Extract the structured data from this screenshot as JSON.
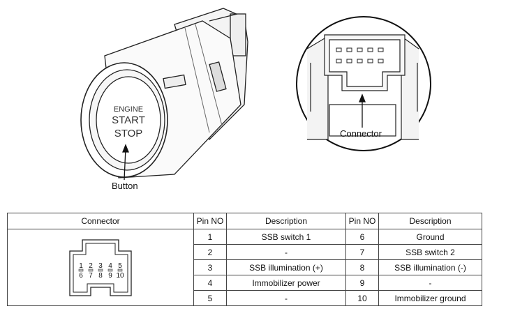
{
  "labels": {
    "button": "Button",
    "connector": "Connector"
  },
  "button_face": {
    "line1": "ENGINE",
    "line2": "START",
    "line3": "STOP"
  },
  "table": {
    "headers": [
      "Connector",
      "Pin NO",
      "Description",
      "Pin NO",
      "Description"
    ],
    "rows": [
      {
        "pin_a": "1",
        "desc_a": "SSB switch 1",
        "pin_b": "6",
        "desc_b": "Ground"
      },
      {
        "pin_a": "2",
        "desc_a": "-",
        "pin_b": "7",
        "desc_b": "SSB switch 2"
      },
      {
        "pin_a": "3",
        "desc_a": "SSB illumination (+)",
        "pin_b": "8",
        "desc_b": "SSB illumination (-)"
      },
      {
        "pin_a": "4",
        "desc_a": "Immobilizer power",
        "pin_b": "9",
        "desc_b": "-"
      },
      {
        "pin_a": "5",
        "desc_a": "-",
        "pin_b": "10",
        "desc_b": "Immobilizer ground"
      }
    ],
    "connector_pins_top": [
      "1",
      "2",
      "3",
      "4",
      "5"
    ],
    "connector_pins_bottom": [
      "6",
      "7",
      "8",
      "9",
      "10"
    ]
  }
}
